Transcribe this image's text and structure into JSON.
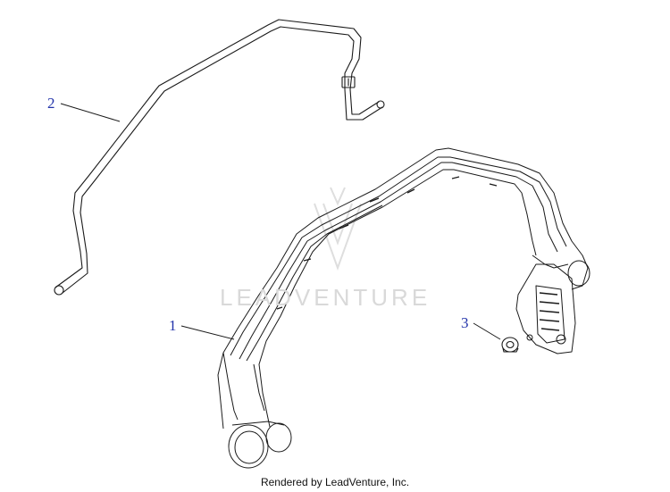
{
  "callouts": {
    "part1": "1",
    "part2": "2",
    "part3": "3"
  },
  "watermark": "LEADVENTURE",
  "footer": "Rendered by LeadVenture, Inc.",
  "colors": {
    "callout": "#2233aa",
    "line": "#1a1a1a",
    "watermark": "#d9d9d9"
  }
}
